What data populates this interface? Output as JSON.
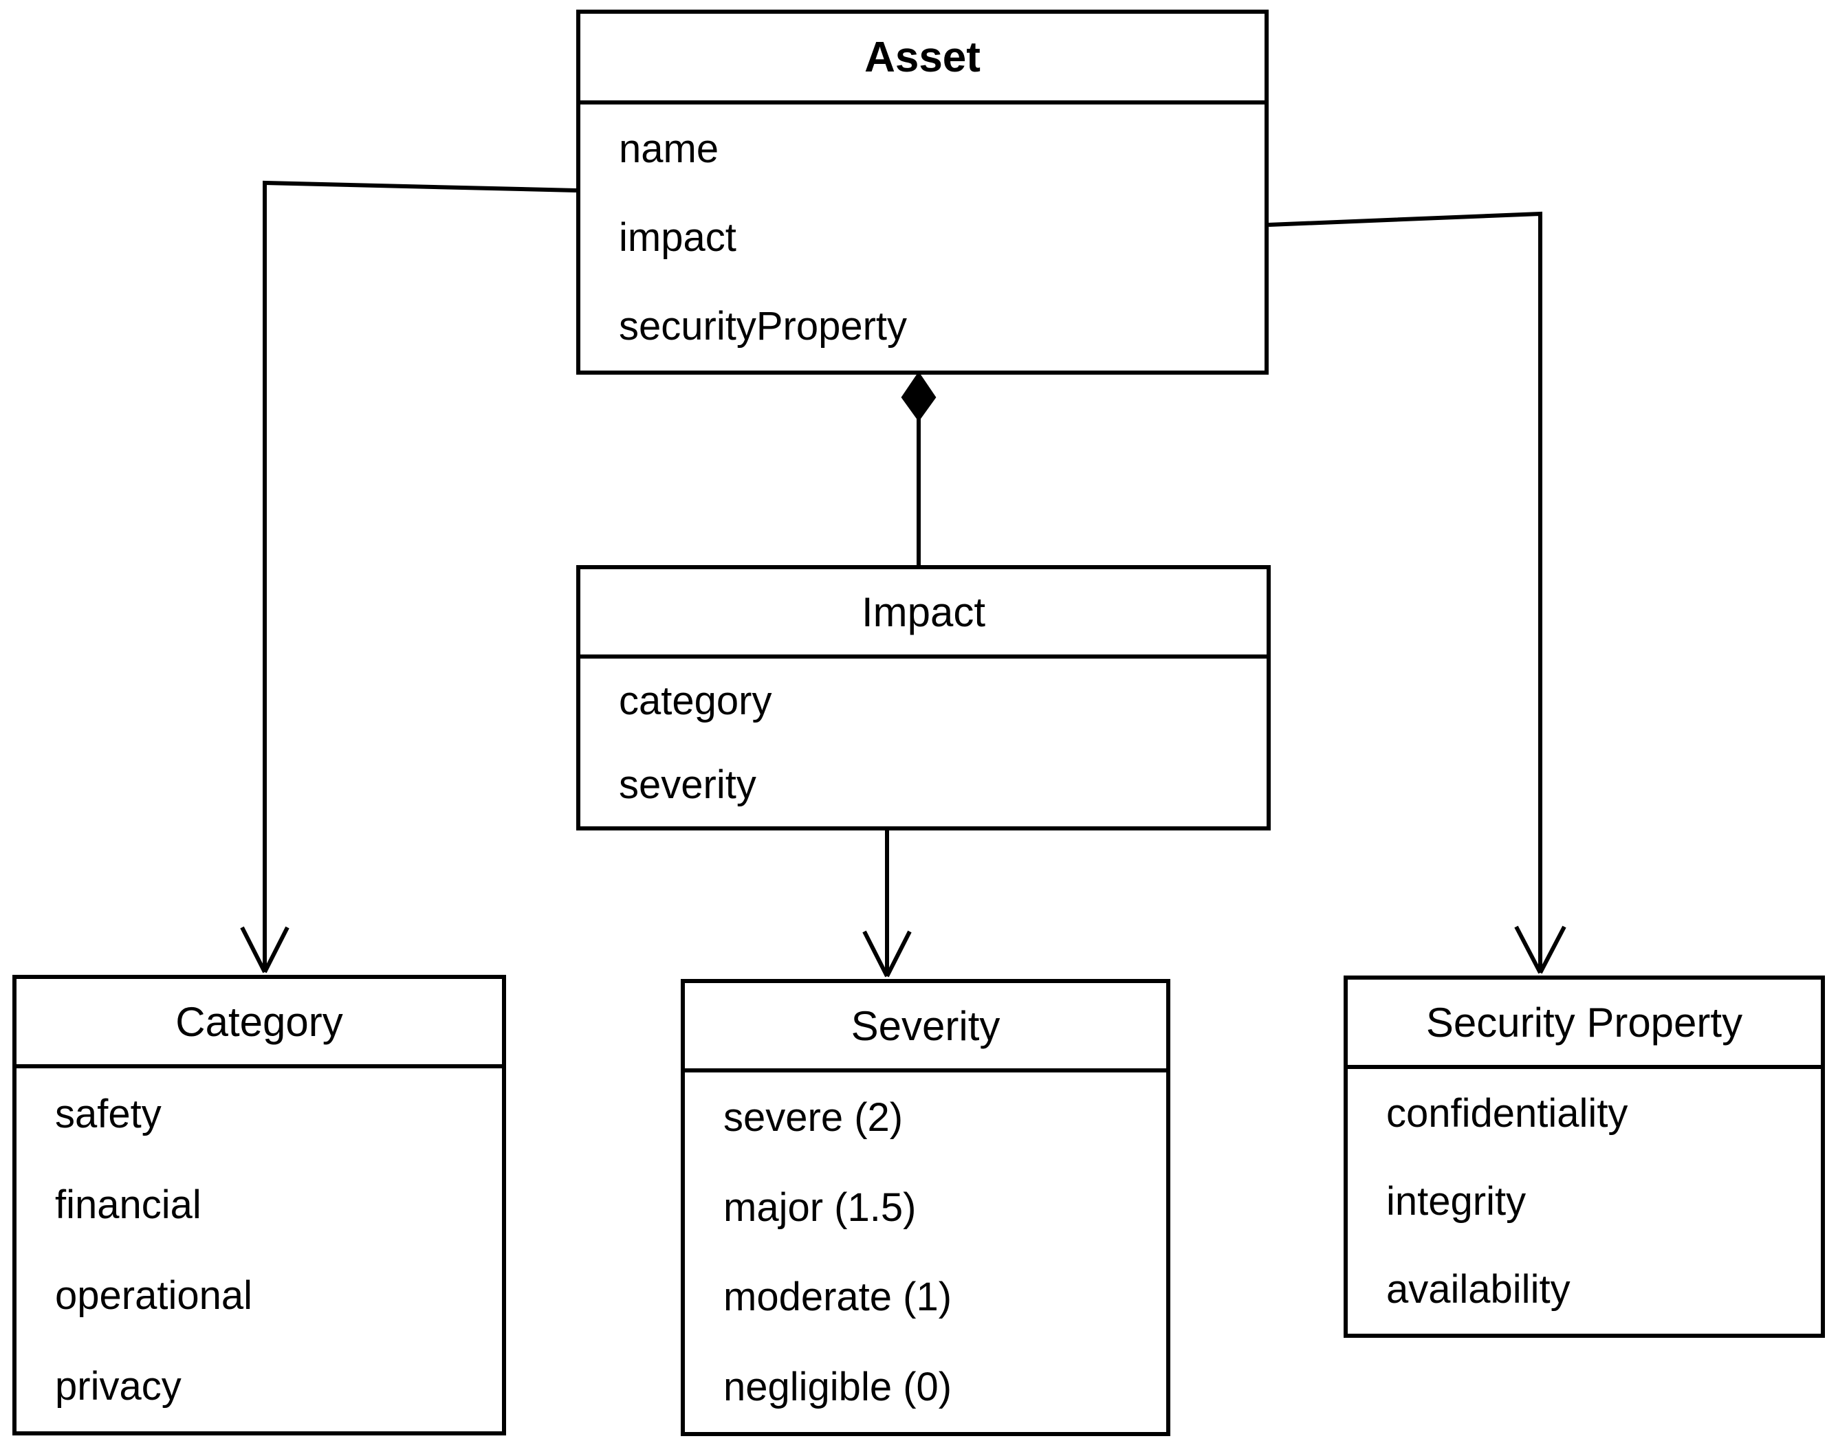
{
  "diagram": {
    "kind": "uml-class-diagram",
    "background_color": "#ffffff",
    "line_color": "#000000"
  },
  "classes": {
    "asset": {
      "title": "Asset",
      "attributes": [
        "name",
        "impact",
        "securityProperty"
      ]
    },
    "impact": {
      "title": "Impact",
      "attributes": [
        "category",
        "severity"
      ]
    },
    "category": {
      "title": "Category",
      "attributes": [
        "safety",
        "financial",
        "operational",
        "privacy"
      ]
    },
    "severity": {
      "title": "Severity",
      "attributes": [
        "severe (2)",
        "major (1.5)",
        "moderate (1)",
        "negligible (0)"
      ]
    },
    "security_property": {
      "title": "Security Property",
      "attributes": [
        "confidentiality",
        "integrity",
        "availability"
      ]
    }
  },
  "relationships": [
    {
      "from": "Asset",
      "to": "Category",
      "kind": "directed-arrow"
    },
    {
      "from": "Asset",
      "to": "Impact",
      "kind": "composition-diamond"
    },
    {
      "from": "Impact",
      "to": "Severity",
      "kind": "directed-arrow"
    },
    {
      "from": "Asset",
      "to": "Security Property",
      "kind": "directed-arrow"
    }
  ]
}
